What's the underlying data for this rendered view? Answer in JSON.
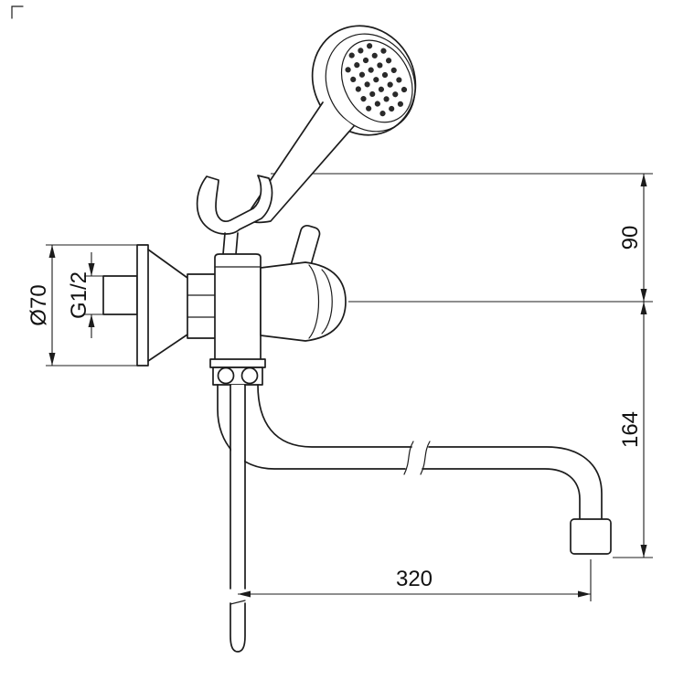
{
  "page": {
    "background": "#ffffff",
    "line_color": "#1c1c1c"
  },
  "drawing": {
    "kind": "technical dimension drawing",
    "subject": "Wall-mounted bath mixer tap with hand shower, shower cradle and long swivel spout",
    "labels": {
      "flange_diameter": "Ø70",
      "connection_thread": "G1/2",
      "cradle_height": "90",
      "outlet_drop": "164",
      "spout_reach": "320"
    }
  }
}
